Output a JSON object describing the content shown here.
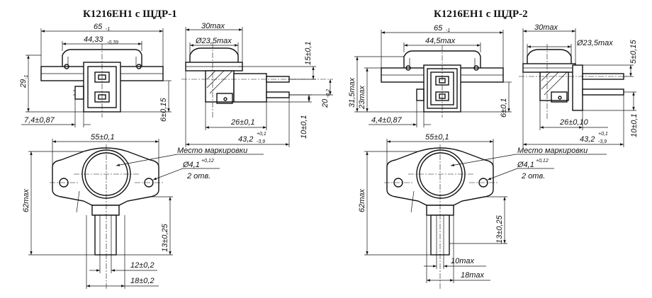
{
  "titles": {
    "left": "К1216ЕН1 с ЩДР-1",
    "right": "К1216ЕН1 с ЩДР-2"
  },
  "left": {
    "top_view": {
      "width_total": "65",
      "width_total_tol": "-1",
      "inner_width": "44,33",
      "inner_width_tol": "-0,39",
      "height": "29",
      "height_tol": "-1",
      "tab_offset": "7,4±0,87",
      "tab_height": "6±0,15"
    },
    "side_view": {
      "depth": "30max",
      "diameter": "Ø23,5max",
      "pin_top": "15±0,1",
      "pin_pitch": "20",
      "pin_pitch_tol": "-0,2",
      "pin_length": "26±0,1",
      "overall_length": "43,2",
      "overall_tol_up": "+0,1",
      "overall_tol_dn": "-3,9",
      "pin_bottom": "10±0,1"
    },
    "plan_view": {
      "hole_spacing": "55±0,1",
      "marking_label": "Место маркировки",
      "hole_diameter": "Ø4,1",
      "hole_tol": "+0,12",
      "hole_count": "2 отв.",
      "height": "62max",
      "stem_length": "13±0,25",
      "stem_width_inner": "12±0,2",
      "stem_width_outer": "18±0,2"
    }
  },
  "right": {
    "top_view": {
      "width_total": "65",
      "width_total_tol": "-1",
      "inner_width": "44,5max",
      "height_outer": "31,5max",
      "height_inner": "23max",
      "tab_offset": "4,4±0,87",
      "tab_height": "6±0,1"
    },
    "side_view": {
      "depth": "30max",
      "diameter": "Ø23,5max",
      "pin_top": "5±0,15",
      "pin_length": "26±0,10",
      "overall_length": "43,2",
      "overall_tol_up": "+0,1",
      "overall_tol_dn": "-3,9",
      "pin_bottom": "10±0,1"
    },
    "plan_view": {
      "hole_spacing": "55±0,1",
      "marking_label": "Место маркировки",
      "hole_diameter": "Ø4,1",
      "hole_tol": "+0,12",
      "hole_count": "2 отв.",
      "height": "62max",
      "stem_length": "13±0,25",
      "stem_width_inner": "10max",
      "stem_width_outer": "18max"
    }
  }
}
